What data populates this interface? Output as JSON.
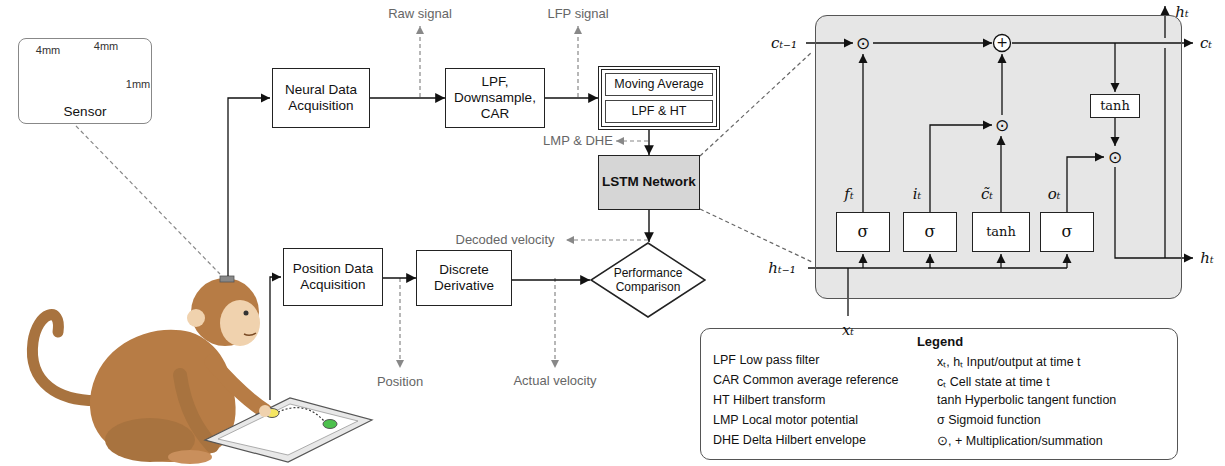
{
  "diagram": {
    "nodes": [
      {
        "text": [
          "Sensor"
        ]
      },
      {
        "text": [
          "Neural Data Acquisition"
        ]
      },
      {
        "text": [
          "LPF, Downsample, CAR"
        ]
      },
      {
        "text": []
      },
      {
        "text": [
          "Moving Average"
        ],
        "in": 3
      },
      {
        "text": [
          "LPF & HT"
        ],
        "in": 3
      },
      {
        "text": [
          "LSTM Network"
        ]
      },
      {
        "text": [
          "Position Data Acquisition"
        ]
      },
      {
        "text": [
          "Discrete Derivative"
        ]
      },
      {
        "text": [
          "Performance Comparison"
        ]
      },
      {
        "text": []
      },
      {
        "text": [
          "σ"
        ],
        "in": 10
      },
      {
        "text": [
          "σ"
        ],
        "in": 10
      },
      {
        "text": [
          "tanh"
        ],
        "in": 10
      },
      {
        "text": [
          "σ"
        ],
        "in": 10
      },
      {
        "text": [
          "tanh"
        ],
        "in": 10
      }
    ],
    "edges": [
      {
        "from": 1,
        "to": 2,
        "arrow": "to"
      },
      {
        "from": 2,
        "to": 3,
        "arrow": "to"
      },
      {
        "from": 3,
        "to": 6,
        "arrow": "to"
      },
      {
        "from": 6,
        "to": 9,
        "arrow": "to"
      },
      {
        "from": 7,
        "to": 8,
        "arrow": "to"
      },
      {
        "from": 8,
        "to": 9,
        "arrow": "to"
      }
    ],
    "labels": [
      "4mm",
      "4mm",
      "1mm",
      "Raw signal",
      "LFP signal",
      "LMP & DHE",
      "Decoded velocity",
      "Position",
      "Actual velocity",
      "cₜ₋₁",
      "cₜ",
      "hₜ",
      "hₜ₋₁",
      "xₜ",
      "hₜ",
      "fₜ",
      "iₜ",
      "c̃ₜ",
      "oₜ",
      "⊙",
      "+",
      "⊙",
      "⊙",
      "Legend"
    ],
    "legend": [
      {
        "text": "LPF Low pass filter"
      },
      {
        "text": "CAR Common average reference"
      },
      {
        "text": "HT Hilbert transform"
      },
      {
        "text": "LMP Local motor potential"
      },
      {
        "text": "DHE Delta Hilbert envelope"
      },
      {
        "text": "xₜ, hₜ Input/output at time t"
      },
      {
        "text": "cₜ Cell state at time t"
      },
      {
        "text": "tanh Hyperbolic tangent function"
      },
      {
        "text": "σ Sigmoid function"
      },
      {
        "text": "⊙, + Multiplication/summation"
      }
    ]
  }
}
